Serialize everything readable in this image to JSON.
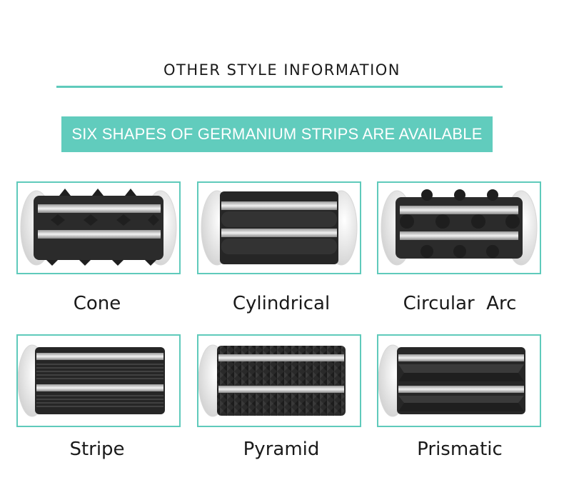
{
  "header": {
    "title": "OTHER STYLE INFORMATION",
    "banner": "SIX SHAPES OF GERMANIUM STRIPS ARE AVAILABLE"
  },
  "colors": {
    "accent": "#5fcabb",
    "strip": "#2a2a2a",
    "metal": "#cfcfcf"
  },
  "products": [
    {
      "label": "Cone",
      "image": "cone-roller"
    },
    {
      "label": "Cylindrical",
      "image": "cylindrical-roller"
    },
    {
      "label": "Circular  Arc",
      "image": "circular-arc-roller"
    },
    {
      "label": "Stripe",
      "image": "stripe-roller"
    },
    {
      "label": "Pyramid",
      "image": "pyramid-roller"
    },
    {
      "label": "Prismatic",
      "image": "prismatic-roller"
    }
  ]
}
